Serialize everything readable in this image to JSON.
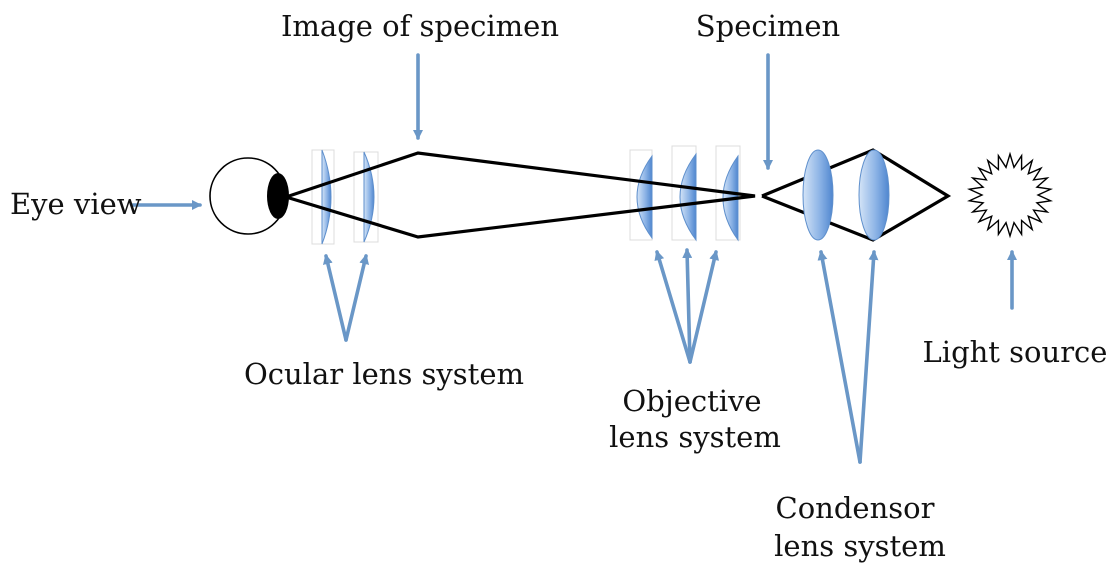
{
  "labels": {
    "image_of_specimen": "Image of specimen",
    "specimen": "Specimen",
    "eye_view": "Eye view",
    "ocular_lens_system": "Ocular lens system",
    "objective_line1": "Objective",
    "objective_line2": "lens system",
    "light_source": "Light source",
    "condensor_line1": "Condensor",
    "condensor_line2": "lens system"
  },
  "colors": {
    "arrow": "#6a97c7",
    "lens_light": "#cfe0f5",
    "lens_dark": "#4f86cf",
    "ray": "#000000"
  }
}
